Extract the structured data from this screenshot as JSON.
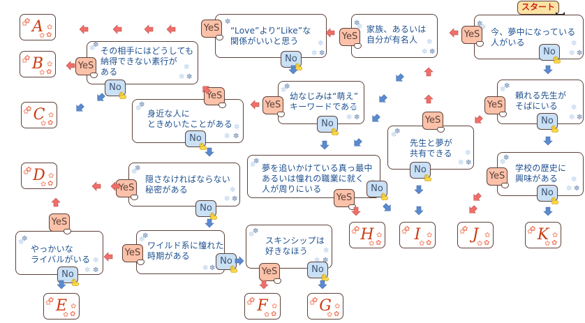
{
  "start_label": "スタート",
  "yes_label": "YeS",
  "no_label": "No",
  "colors": {
    "box_border": "#5b4038",
    "question_text": "#1d4f8f",
    "result_letter": "#c93a10",
    "yes_bubble": "#fbc1a9",
    "no_bubble": "#c9e0f5",
    "yes_arrow": "#ef6f6a",
    "no_arrow": "#5b8ad0",
    "start_bubble": "#fbe3a4",
    "start_text": "#d22414"
  },
  "questions": [
    {
      "id": "q1",
      "text": "今、夢中になっている\n人がいる"
    },
    {
      "id": "q2",
      "text": "家族、あるいは\n自分が有名人"
    },
    {
      "id": "q3",
      "text": "“Love”より“Like”な\n関係がいいと思う"
    },
    {
      "id": "q4",
      "text": "その相手にはどうしても\n納得できない素行が\nある"
    },
    {
      "id": "q5",
      "text": "頼れる先生が\nそばにいる"
    },
    {
      "id": "q6",
      "text": "幼なじみは“萌え”\nキーワードである"
    },
    {
      "id": "q7",
      "text": "身近な人に\nときめいたことがある"
    },
    {
      "id": "q8",
      "text": "先生と夢が\n共有できる"
    },
    {
      "id": "q9",
      "text": "学校の歴史に\n興味がある"
    },
    {
      "id": "q10",
      "text": "夢を追いかけている真っ最中\nあるいは憧れの職業に就く\n人が周りにいる"
    },
    {
      "id": "q11",
      "text": "隠さなければならない\n秘密がある"
    },
    {
      "id": "q12",
      "text": "ワイルド系に憧れた\n時期がある"
    },
    {
      "id": "q13",
      "text": "スキンシップは\n好きなほう"
    },
    {
      "id": "q14",
      "text": "やっかいな\nライバルがいる"
    }
  ],
  "results": [
    "A",
    "B",
    "C",
    "D",
    "E",
    "F",
    "G",
    "H",
    "I",
    "J",
    "K"
  ]
}
